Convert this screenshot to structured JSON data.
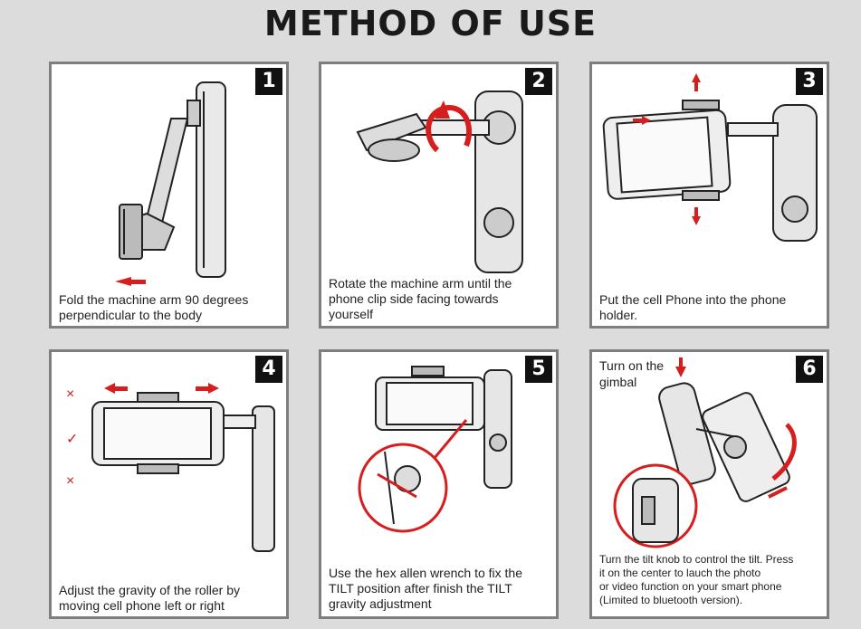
{
  "title": "METHOD OF USE",
  "accent_color": "#d61e1e",
  "steps": [
    {
      "number": "1",
      "caption": "Fold the machine arm 90 degrees\nperpendicular to the body"
    },
    {
      "number": "2",
      "caption": "Rotate the machine arm until the\nphone clip side facing towards\nyourself"
    },
    {
      "number": "3",
      "caption": "Put the cell Phone into the phone\nholder."
    },
    {
      "number": "4",
      "caption": "Adjust the gravity of the roller by\nmoving cell phone left or right"
    },
    {
      "number": "5",
      "caption": "Use the hex allen wrench to fix the\nTILT position after finish the TILT\ngravity adjustment"
    },
    {
      "number": "6",
      "note": "Turn on the\ngimbal",
      "caption": "Turn the tilt knob to control the tilt. Press\nit on the center to lauch the photo\nor video function on your smart phone\n(Limited to bluetooth version)."
    }
  ],
  "step4_marks": [
    "×",
    "✓",
    "×"
  ]
}
